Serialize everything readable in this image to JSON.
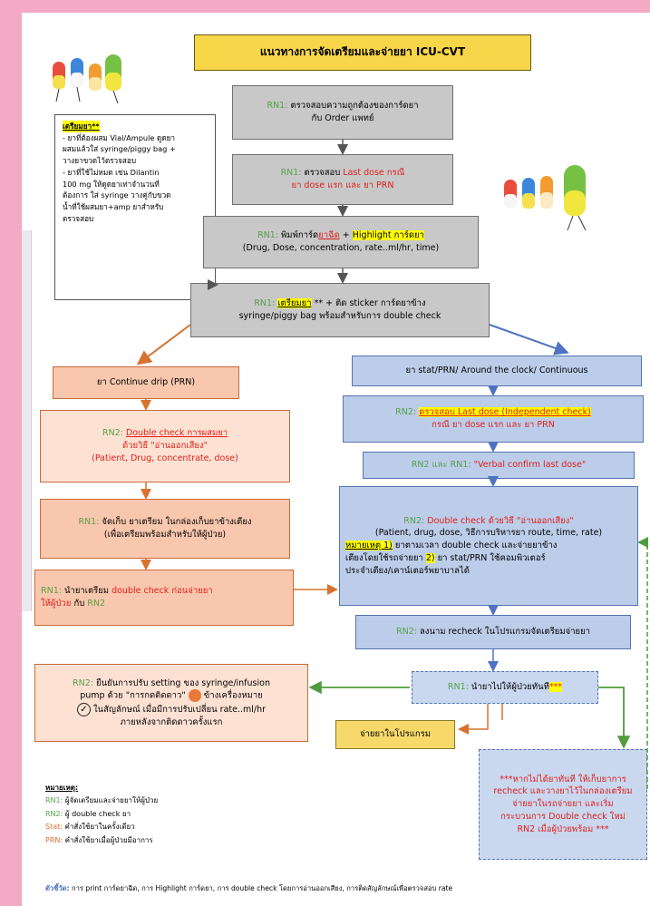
{
  "title": "แนวทางการจัดเตรียมและจ่ายยา ICU-CVT",
  "note": {
    "heading": "เตรียมยา**",
    "lines": [
      "- ยาที่ต้องผสม Vial/Ampule ดูดยา",
      "ผสมแล้วใส่ syringe/piggy bag +",
      "วางยาขวดไว้ตรวจสอบ",
      "- ยาที่ใช้ไม่หมด เช่น Dilantin",
      "100 mg ให้ดูดยาเท่าจำนวนที่",
      "ต้องการ ใส่ syringe วางคู่กับขวด",
      "น้ำที่ใช้ผสมยา+amp ยาสำหรับ",
      "ตรวจสอบ"
    ]
  },
  "steps": {
    "s1": {
      "rn": "RN1:",
      "text1": "ตรวจสอบความถูกต้องของการ์ดยา",
      "text2": "กับ Order แพทย์"
    },
    "s2": {
      "rn": "RN1:",
      "text1": "ตรวจสอบ",
      "red1": "Last dose กรณี",
      "red2": "ยา dose แรก และ ยา PRN"
    },
    "s3": {
      "rn": "RN1:",
      "text1": "พิมพ์การ์ด",
      "red1": "ยาฉีด",
      "plus": " + ",
      "hl1": "Highlight การ์ดยา",
      "text2": "(Drug, Dose, concentration, rate..ml/hr, time)"
    },
    "s4": {
      "rn": "RN1:",
      "hl1": "เตรียมยา",
      "stars": " ** ",
      "text1": "+ ติด sticker การ์ดยาข้าง",
      "text2": "syringe/piggy bag พร้อมสำหรับการ double check"
    }
  },
  "left_branch": {
    "b0": "ยา Continue drip (PRN)",
    "b1": {
      "rn": "RN2:",
      "red1": "Double check การผสมยา",
      "red2": "ด้วยวิธี \"อ่านออกเสียง\"",
      "red3": "(Patient, Drug, concentrate, dose)"
    },
    "b2": {
      "rn": "RN1:",
      "text1": "จัดเก็บ ยาเตรียม ในกล่องเก็บยาข้างเตียง",
      "text2": "(เพื่อเตรียมพร้อมสำหรับให้ผู้ป่วย)"
    },
    "b3": {
      "rn": "RN1:",
      "text1": "นำยาเตรียม",
      "red1": "double check ก่อนจ่ายยา",
      "text2": "ให้ผู้ป่วย",
      "text3": "กับ",
      "rn2": "RN2"
    },
    "b4": {
      "rn": "RN2:",
      "text1": "ยืนยันการปรับ setting ของ syringe/infusion",
      "text2": "pump ด้วย \"การกดติดดาว\"",
      "text3": "ข้างเครื่องหมาย",
      "text4": "ในสัญลักษณ์ เมื่อมีการปรับเปลี่ยน rate..ml/hr",
      "text5": "ภายหลังจากติดดาวครั้งแรก"
    }
  },
  "right_branch": {
    "r0": "ยา stat/PRN/ Around the clock/ Continuous",
    "r1": {
      "rn": "RN2:",
      "red1": "ตรวจสอบ Last dose (Independent check)",
      "red2": "กรณี ยา dose แรก และ ยา PRN"
    },
    "r2": {
      "rn": "RN2 และ RN1:",
      "red1": "\"Verbal confirm last dose\""
    },
    "r3": {
      "rn": "RN2:",
      "red1": "Double check ด้วยวิธี \"อ่านออกเสียง\"",
      "text1": "(Patient, drug, dose, วิธีการบริหารยา route, time, rate)",
      "hl1": "หมายเหตุ 1)",
      "text2": "ยาตามเวลา double check และจ่ายยาข้าง",
      "text3": "เตียงโดยใช้รถจ่ายยา",
      "hl2": "2)",
      "text4": "ยา stat/PRN ใช้คอมพิวเตอร์",
      "text5": "ประจำเตียง/เคาน์เตอร์พยาบาลได้"
    },
    "r4": {
      "rn": "RN2:",
      "text1": "ลงนาม recheck ในโปรแกรมจัดเตรียมจ่ายยา"
    },
    "r5": {
      "rn": "RN1:",
      "text1": "นำยาไปให้ผู้ป่วยทันที",
      "hl1": "***"
    },
    "r6": "จ่ายยาในโปรแกรม",
    "r7": {
      "red1": "***หากไม่ได้ยาทันที ให้เก็บยาการ",
      "red2": "recheck และวางยาไว้ในกล่องเตรียม",
      "red3": "จ่ายยาในรถจ่ายยา และเริ่ม",
      "red4": "กระบวนการ Double check ใหม่",
      "red5": "RN2 เมื่อผู้ป่วยพร้อม ***"
    }
  },
  "legend": {
    "heading": "หมายเหตุ:",
    "items": [
      {
        "k": "RN1:",
        "v": "ผู้จัดเตรียมและจ่ายยาให้ผู้ป่วย"
      },
      {
        "k": "RN2:",
        "v": "ผู้ double check ยา"
      },
      {
        "k": "Stat:",
        "v": "คำสั่งใช้ยาในครั้งเดียว"
      },
      {
        "k": "PRN:",
        "v": "คำสั่งใช้ยาเมื่อผู้ป่วยมีอาการ"
      }
    ],
    "footer_k": "ตัวชี้วัด:",
    "footer_v": "การ print การ์ดยาฉีด, การ Highlight การ์ดยา, การ double check โดยการอ่านออกเสียง, การติดสัญลักษณ์เพื่อตรวจสอบ rate"
  },
  "colors": {
    "background": "#f4a9c4",
    "gray": "#c8c8c8",
    "peach": "#f9c7ad",
    "blue": "#bccde9",
    "yellow": "#f7d64a",
    "rn_green": "#58a04a",
    "red": "#e0201c",
    "arrow_orange": "#d9712f",
    "arrow_blue": "#4f73c2",
    "arrow_green": "#4f9c3e"
  },
  "icons": [
    "pill-characters-icon",
    "star-dot-icon",
    "check-circle-icon"
  ]
}
